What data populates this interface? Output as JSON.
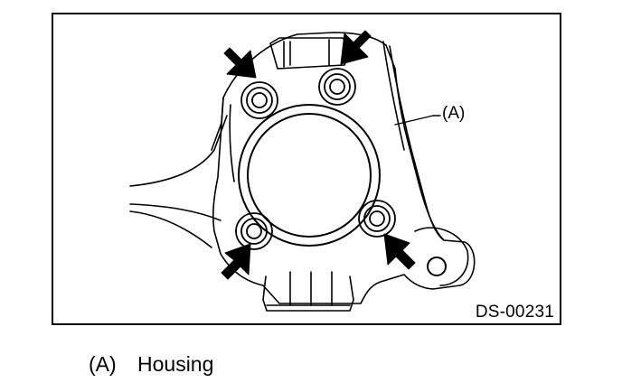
{
  "figure": {
    "code": "DS-00231",
    "callout_label": "(A)"
  },
  "legend": {
    "key": "(A)",
    "text": "Housing"
  },
  "colors": {
    "ink": "#000000",
    "paper": "#ffffff"
  }
}
